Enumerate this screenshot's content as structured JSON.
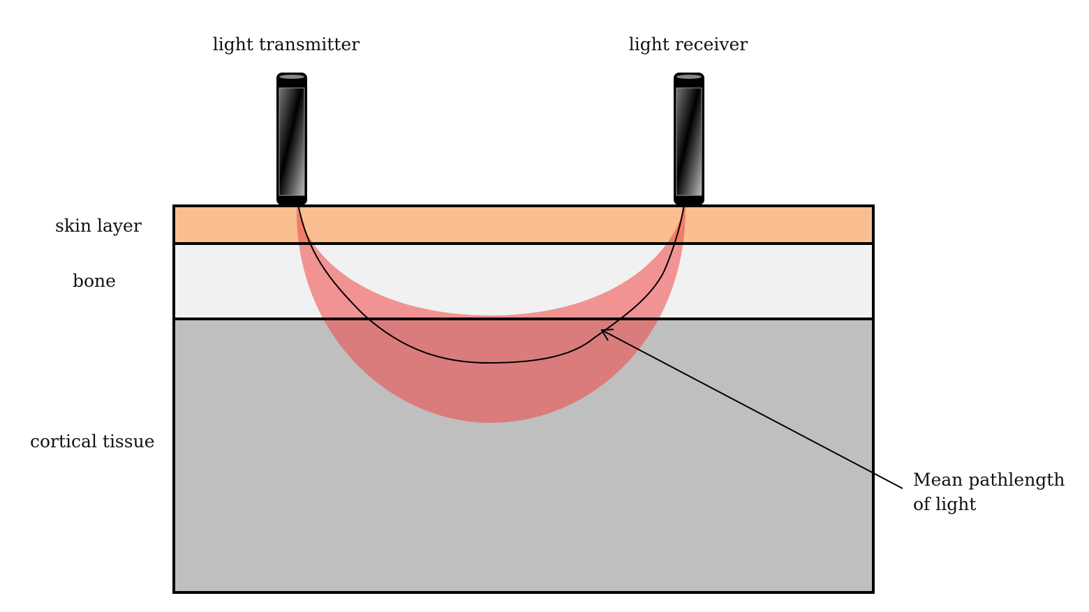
{
  "labels": {
    "transmitter": "light transmitter",
    "receiver": "light receiver",
    "skin": "skin layer",
    "bone": "bone",
    "cortical": "cortical tissue",
    "mean_line1": "Mean pathlength",
    "mean_line2": "of light"
  },
  "colors": {
    "skin": "#f9bf90",
    "bone": "#f1f1f1",
    "cortical": "#bfbfbf",
    "light_banana": "#f06060",
    "outline": "#000000"
  }
}
